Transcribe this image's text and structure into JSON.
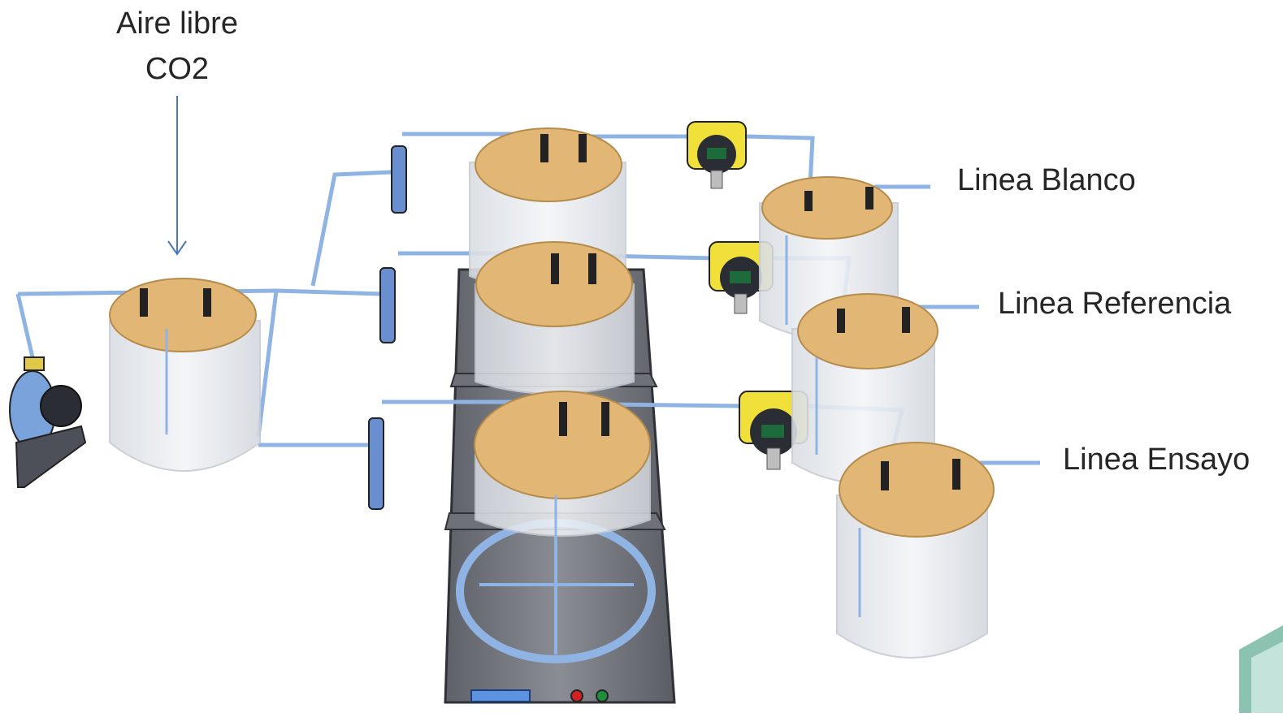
{
  "inlet": {
    "line1": "Aire libre",
    "line2": "CO2"
  },
  "lines": {
    "blanco": "Linea Blanco",
    "referencia": "Linea Referencia",
    "ensayo": "Linea Ensayo"
  },
  "colors": {
    "tube": "#8fb4e3",
    "lid": "#e2b775",
    "jar_glass": "#e9ecf0",
    "sensor": "#f1e03a",
    "plate": "#7c7f87",
    "arrow": "#4a78c0",
    "led_red": "#d42020",
    "led_green": "#1e8f3a",
    "display": "#5b93e0"
  },
  "icons": {
    "pump": "diaphragm-pump-icon",
    "flowmeter": "flowmeter-icon",
    "sensor": "co2-sensor-icon",
    "stirrer": "magnetic-stirrer-icon"
  }
}
